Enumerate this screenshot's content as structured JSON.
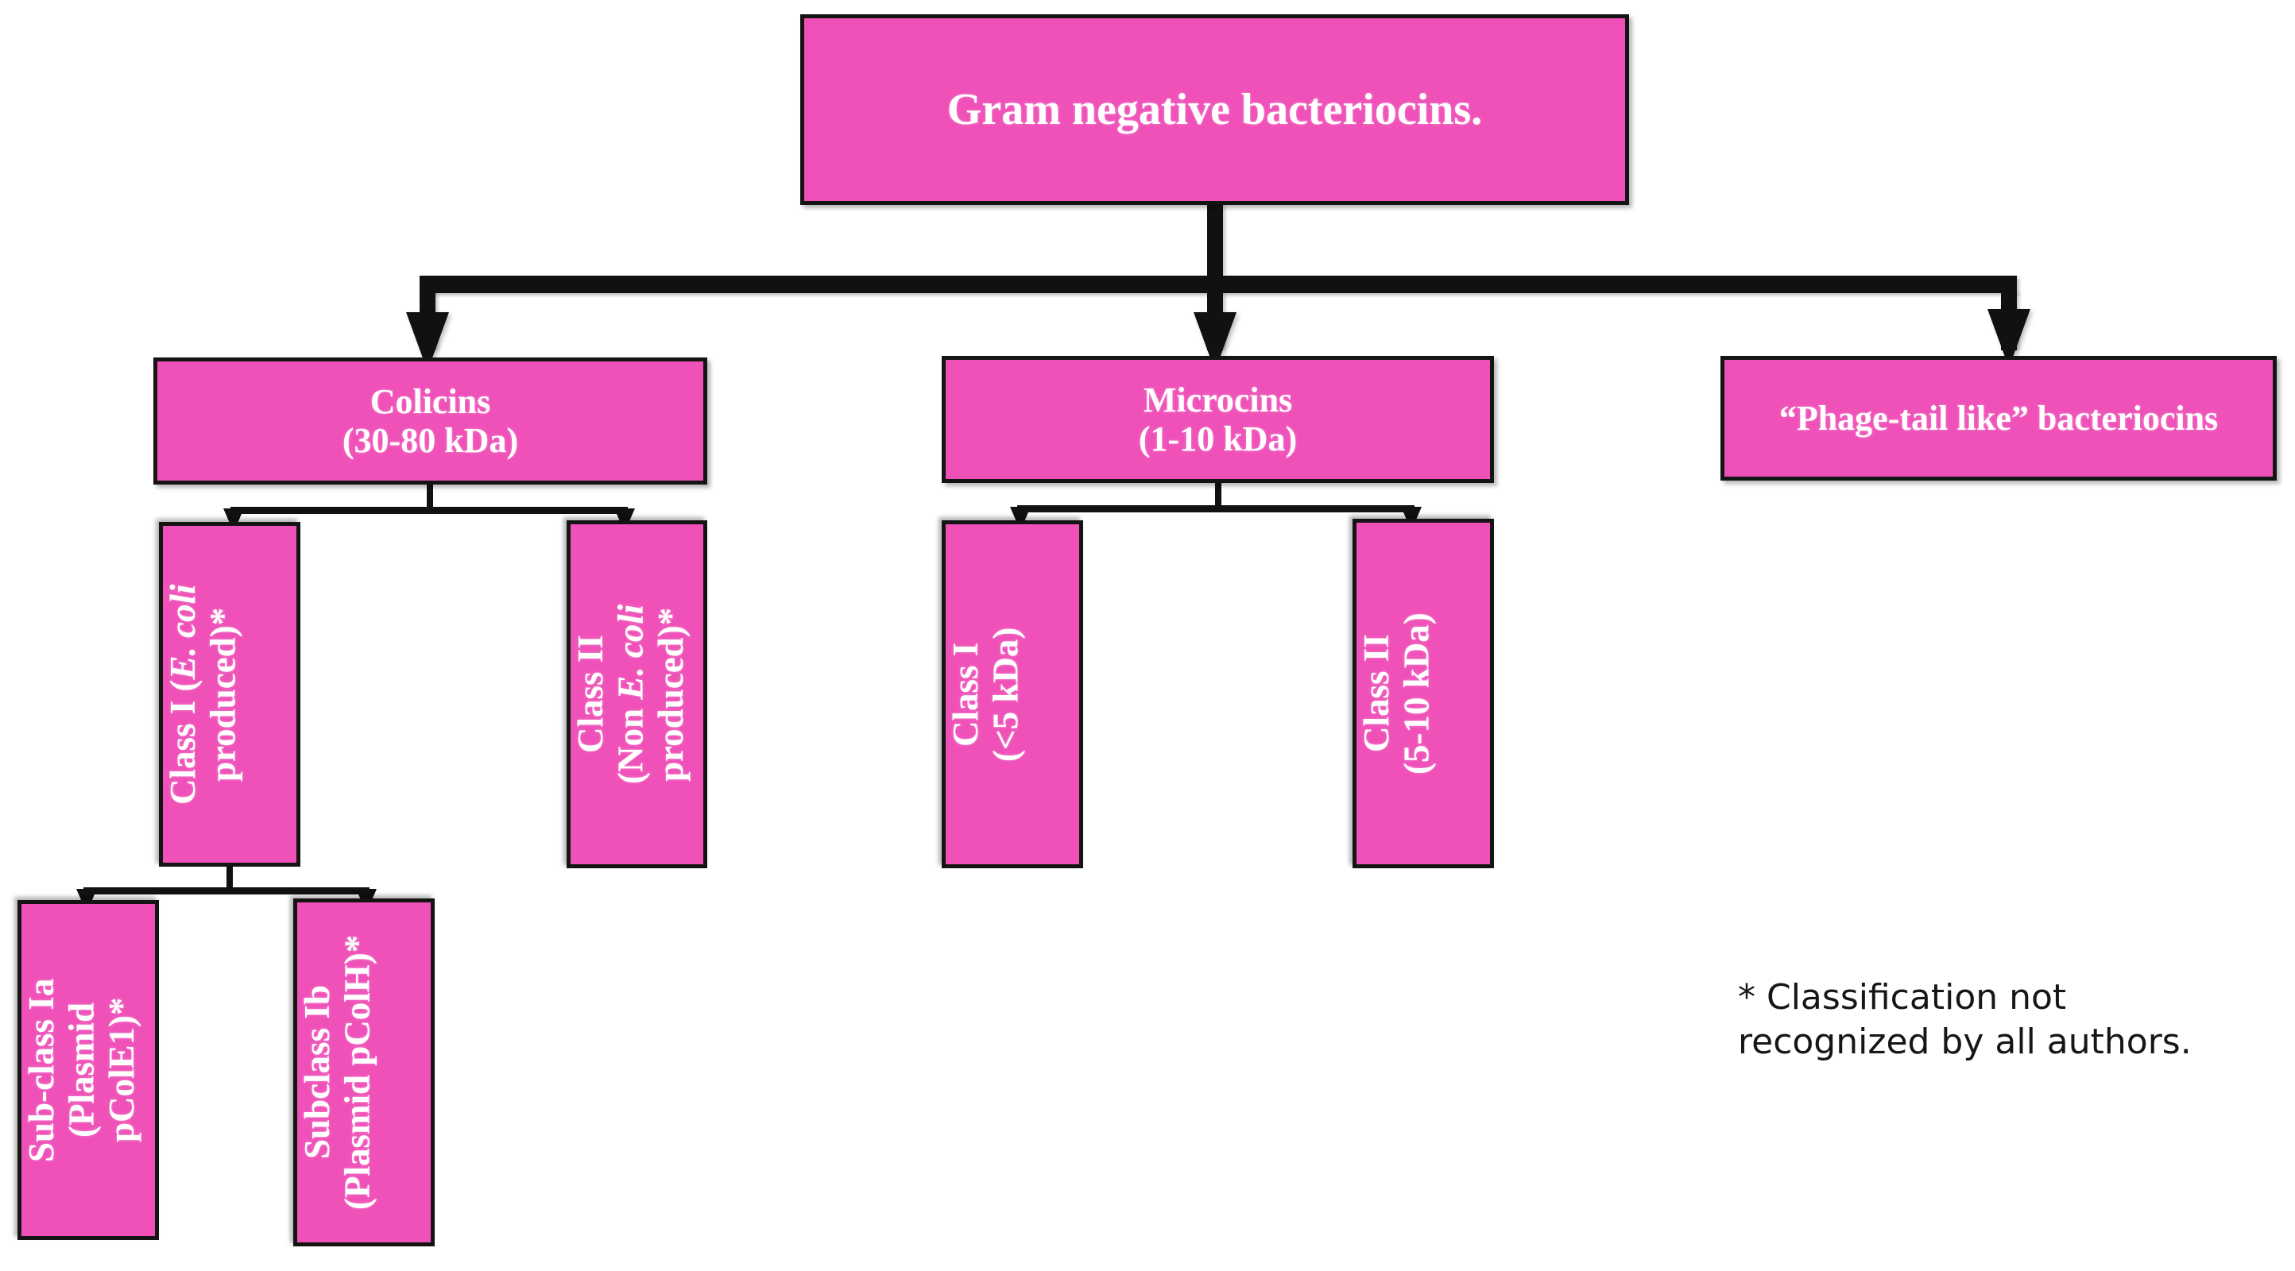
{
  "diagram": {
    "title_node": {
      "id": "gram-negative-bacteriocins",
      "label": "Gram negative bacteriocins."
    },
    "level2": [
      {
        "id": "colicins",
        "line1": "Colicins",
        "line2": "(30-80 kDa)"
      },
      {
        "id": "microcins",
        "line1": "Microcins",
        "line2": "(1-10 kDa)"
      },
      {
        "id": "phage-tail-like",
        "line1": "“Phage-tail like” bacteriocins",
        "line2": ""
      }
    ],
    "level3": [
      {
        "id": "colicin-class-1",
        "line1": "Class I (",
        "italic1": "E. coli",
        "line2": "produced)*",
        "full": "Class I (E. coli produced)*"
      },
      {
        "id": "colicin-class-2",
        "line1": "Class II",
        "italic1": "E. coli",
        "line2": "(Non ",
        "line3": "produced)*",
        "full": "Class II (Non E. coli produced)*"
      },
      {
        "id": "microcin-class-1",
        "line1": "Class I",
        "line2": "(<5 kDa)",
        "full": "Class I (<5 kDa)"
      },
      {
        "id": "microcin-class-2",
        "line1": "Class II",
        "line2": "(5-10 kDa)",
        "full": "Class II (5-10 kDa)"
      }
    ],
    "level4": [
      {
        "id": "sub-class-ia",
        "line1": "Sub-class Ia",
        "line2": "(Plasmid",
        "line3": "pColE1)*",
        "full": "Sub-class Ia (Plasmid pColE1)*"
      },
      {
        "id": "subclass-ib",
        "line1": "Subclass Ib",
        "line2": "(Plasmid pColH)*",
        "full": "Subclass Ib (Plasmid pColH)*"
      }
    ],
    "footnote": "* Classification not\nrecognized by all authors.",
    "colors": {
      "node_fill": "#ef51b8",
      "node_border": "#141414",
      "node_text": "#ffffff",
      "connector": "#111111",
      "footnote_text": "#161616",
      "background": "#ffffff"
    }
  }
}
